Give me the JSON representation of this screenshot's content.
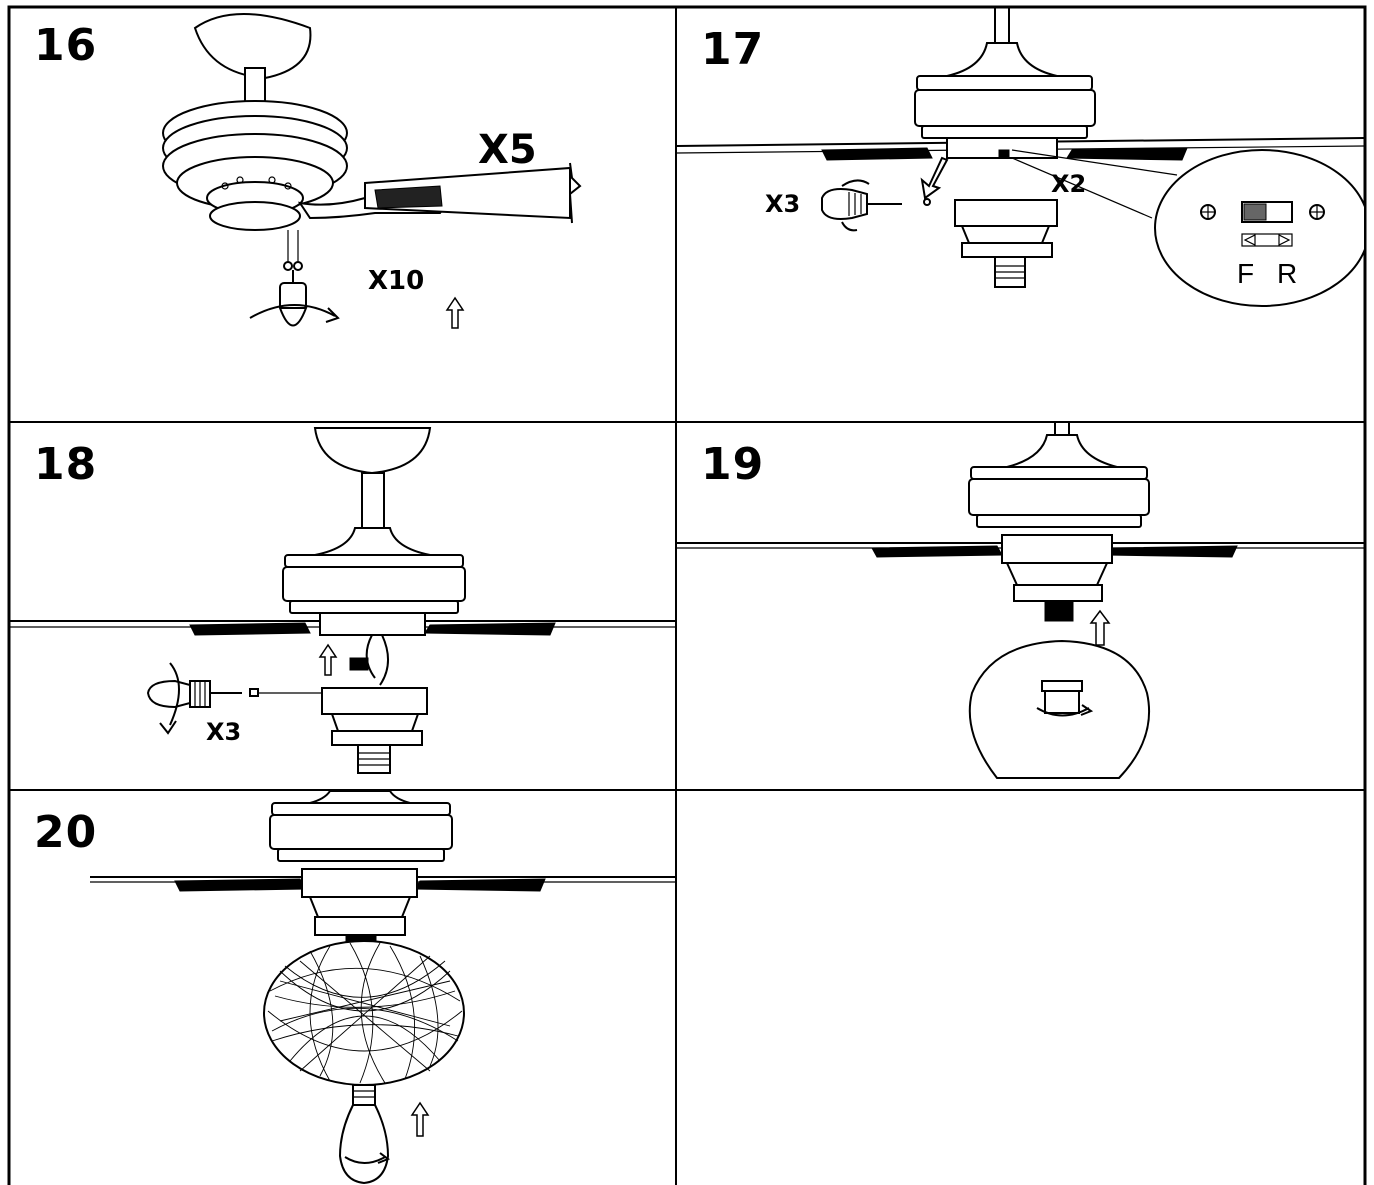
{
  "steps": [
    {
      "number": "16",
      "labels": {
        "blade_count": "X5",
        "screw_count": "X10"
      }
    },
    {
      "number": "17",
      "labels": {
        "screw_count": "X3",
        "switch_screws": "X2",
        "forward": "F",
        "reverse": "R"
      }
    },
    {
      "number": "18",
      "labels": {
        "screw_count": "X3"
      }
    },
    {
      "number": "19",
      "labels": {}
    },
    {
      "number": "20",
      "labels": {}
    }
  ],
  "colors": {
    "line": "#000000",
    "background": "#ffffff"
  },
  "icons": [
    "ceiling-fan-icon",
    "fan-blade-icon",
    "screwdriver-icon",
    "up-arrow-icon",
    "reversing-switch-icon",
    "glass-shade-icon",
    "woven-ball-shade-icon",
    "light-bulb-icon"
  ]
}
